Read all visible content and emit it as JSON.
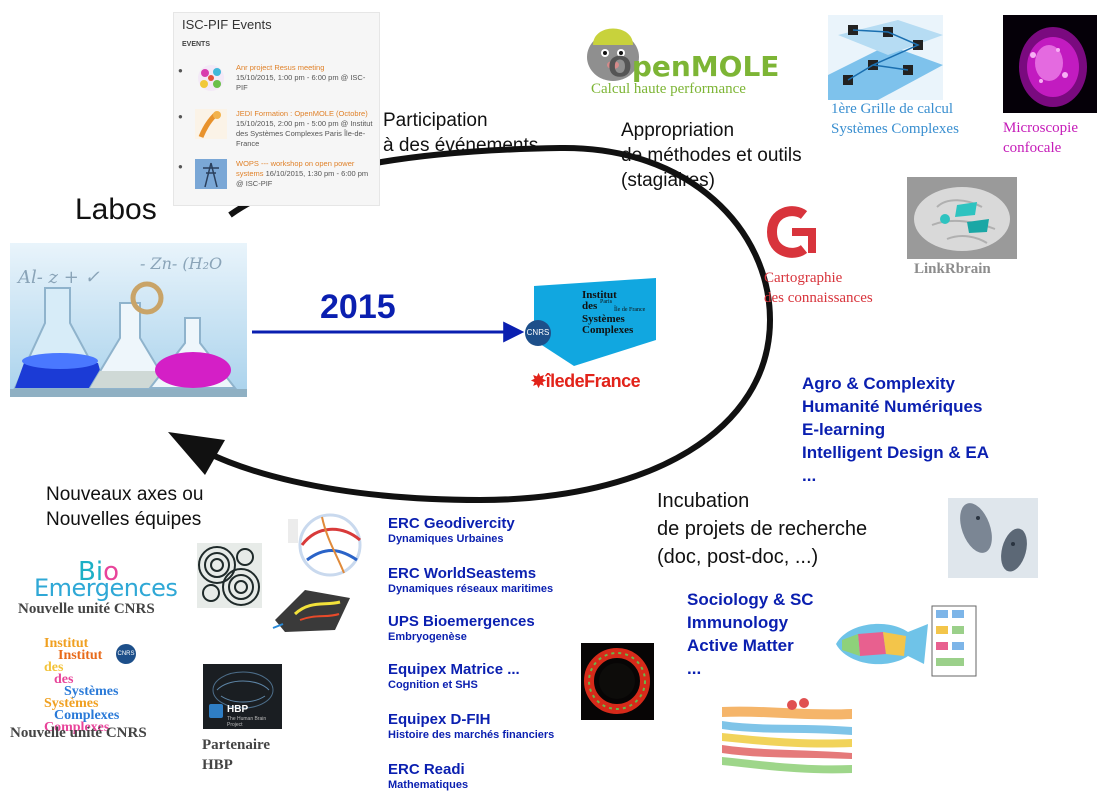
{
  "events_widget": {
    "title": "ISC-PIF Events",
    "subtitle": "EVENTS",
    "items": [
      {
        "link": "Anr project Resus meeting",
        "details": "15/10/2015, 1:00 pm - 6:00 pm @ ISC-PIF"
      },
      {
        "link": "JEDI Formation : OpenMOLE (Octobre)",
        "details": "15/10/2015, 2:00 pm - 5:00 pm @ Institut des Systèmes Complexes Paris Île-de-France"
      },
      {
        "link": "WOPS --- workshop on open power systems",
        "details": "16/10/2015, 1:30 pm - 6:00 pm @ ISC-PIF"
      }
    ]
  },
  "labels": {
    "labos": "Labos",
    "year": "2015",
    "participation_1": "Participation",
    "participation_2": "à des événements",
    "appropriation_1": "Appropriation",
    "appropriation_2": "de méthodes  et outils",
    "appropriation_3": "(stagiaires)",
    "incubation_1": "Incubation",
    "incubation_2": "de projets de recherche",
    "incubation_3": "(doc, post-doc, ...)",
    "nouveaux_1": "Nouveaux axes ou",
    "nouveaux_2": "Nouvelles équipes"
  },
  "institute_logo": {
    "line1": "Institut",
    "line2": "des",
    "line3": "Systèmes",
    "line4": "Complexes",
    "small1": "Paris",
    "small2": "Île de France",
    "cnrs": "CNRS",
    "idf": "îledeFrance"
  },
  "tools": {
    "openmole_name": "penMOLE",
    "openmole_o": "O",
    "openmole_sub": "Calcul haute performance",
    "grid_1": "1ère Grille de calcul",
    "grid_2": "Systèmes Complexes",
    "micro_1": "Microscopie",
    "micro_2": "confocale",
    "carto_1": "Cartographie",
    "carto_2": "des connaissances",
    "linkrbrain": "LinkRbrain"
  },
  "axes_top": [
    "Agro & Complexity",
    "Humanité Numériques",
    "E-learning",
    "Intelligent Design & EA",
    "..."
  ],
  "axes_bottom": [
    "Sociology & SC",
    "Immunology",
    "Active Matter",
    "..."
  ],
  "projects": [
    {
      "title": "ERC Geodivercity",
      "sub": "Dynamiques Urbaines"
    },
    {
      "title": "ERC WorldSeastems",
      "sub": "Dynamiques réseaux maritimes"
    },
    {
      "title": "UPS Bioemergences",
      "sub": "Embryogenèse"
    },
    {
      "title": "Equipex Matrice ...",
      "sub": "Cognition et SHS"
    },
    {
      "title": "Equipex D-FIH",
      "sub": "Histoire des marchés financiers"
    },
    {
      "title": "ERC Readi",
      "sub": "Mathematiques"
    }
  ],
  "left_units": {
    "bio_1": "Bi",
    "bio_2": "Emergences",
    "bio_unit": "Nouvelle unité CNRS",
    "isc_unit": "Nouvelle unité CNRS",
    "hbp_1": "Partenaire",
    "hbp_2": "HBP",
    "hbp_logo": "HBP",
    "hbp_sub": "The Human Brain Project"
  },
  "colors": {
    "project_blue": "#0a1fb0",
    "isc_cyan": "#11a7e0",
    "carto_red": "#d8343c",
    "micro_magenta": "#c51bb8",
    "grid_blue": "#3a8fd0",
    "openmole_green": "#7db535"
  }
}
